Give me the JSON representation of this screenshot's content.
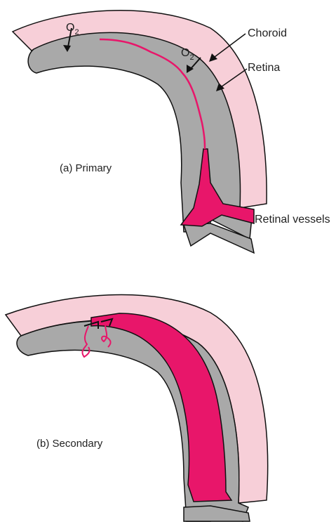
{
  "colors": {
    "choroid": "#f7cfd8",
    "retina": "#a9a9a9",
    "vessel": "#e8166a",
    "outline": "#111111"
  },
  "panel_a": {
    "caption": "(a) Primary",
    "labels": {
      "choroid": "Choroid",
      "retina": "Retina",
      "retinal_vessels": "Retinal vessels"
    },
    "oxygen_1": {
      "base": "O",
      "subscript": "2"
    },
    "oxygen_2": {
      "base": "O",
      "subscript": "2"
    }
  },
  "panel_b": {
    "caption": "(b) Secondary"
  }
}
